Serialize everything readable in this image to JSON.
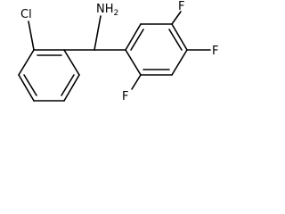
{
  "molecule": {
    "labels": {
      "amine": "NH",
      "amine_subscript": "2",
      "chloro": "Cl",
      "fluoro_top": "F",
      "fluoro_right": "F",
      "fluoro_bottom": "F"
    },
    "colors": {
      "bond": "#000000",
      "text": "#000000",
      "background": "#ffffff"
    }
  }
}
